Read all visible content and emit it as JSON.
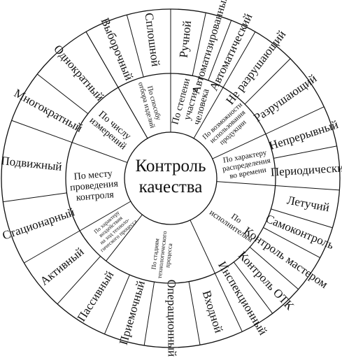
{
  "center": {
    "lines": [
      "Контроль",
      "качества"
    ]
  },
  "categories": [
    {
      "lines": [
        "По способу",
        "отбора изделий"
      ],
      "start": -30,
      "end": 0,
      "items": [
        {
          "label": "Выборочный",
          "start": -30,
          "end": -15
        },
        {
          "label": "Сплошной",
          "start": -15,
          "end": 0
        }
      ]
    },
    {
      "lines": [
        "По степени",
        "участия",
        "человека"
      ],
      "start": 0,
      "end": 30,
      "items": [
        {
          "label": "Ручной",
          "start": 0,
          "end": 12
        },
        {
          "label": "Автоматизированный",
          "start": 12,
          "end": 21
        },
        {
          "label": "Автоматический",
          "start": 21,
          "end": 30
        }
      ]
    },
    {
      "lines": [
        "По возможности",
        "использования",
        "продукции"
      ],
      "start": 30,
      "end": 65,
      "items": [
        {
          "label": "Не разрушающий",
          "start": 30,
          "end": 45
        },
        {
          "label": "Разрушающий",
          "start": 45,
          "end": 65
        }
      ]
    },
    {
      "lines": [
        "По характеру",
        "распределения",
        "во времени"
      ],
      "start": 65,
      "end": 94,
      "items": [
        {
          "label": "Непрерывный",
          "start": 65,
          "end": 79
        },
        {
          "label": "Периодический",
          "start": 79,
          "end": 94
        }
      ]
    },
    {
      "lines": [
        "По",
        "исполнителям"
      ],
      "start": 94,
      "end": 155,
      "items": [
        {
          "label": "Летучий",
          "start": 94,
          "end": 107
        },
        {
          "label": "Самоконтроль",
          "start": 107,
          "end": 118
        },
        {
          "label": "Контроль мастером",
          "start": 118,
          "end": 131
        },
        {
          "label": "Контроль ОТК",
          "start": 131,
          "end": 143
        },
        {
          "label": "Инспекционный",
          "start": 143,
          "end": 155
        }
      ]
    },
    {
      "lines": [
        "По стадиям",
        "технологического",
        "процесса"
      ],
      "start": 155,
      "end": 218,
      "items": [
        {
          "label": "Входной",
          "start": 155,
          "end": 170
        },
        {
          "label": "Операционный",
          "start": 170,
          "end": 189
        },
        {
          "label": "Приемочный",
          "start": 189,
          "end": 203
        }
      ]
    },
    {
      "lines": [
        "По характеру",
        "воздействия",
        "на ход техноло-",
        "гического процесса"
      ],
      "start": 218,
      "end": 240,
      "items": [
        {
          "label": "Пассивный",
          "start": 203,
          "end": 222
        },
        {
          "label": "Активный",
          "start": 222,
          "end": 240
        }
      ]
    },
    {
      "lines": [
        "По месту",
        "проведения",
        "контроля"
      ],
      "start": 240,
      "end": 290,
      "items": [
        {
          "label": "Стационарный",
          "start": 240,
          "end": 262
        },
        {
          "label": "Подвижный",
          "start": 262,
          "end": 290
        }
      ]
    },
    {
      "lines": [
        "По числу",
        "измерений"
      ],
      "start": 290,
      "end": 330,
      "items": [
        {
          "label": "Многократный",
          "start": 290,
          "end": 308
        },
        {
          "label": "Однократный",
          "start": 308,
          "end": 330
        }
      ]
    }
  ]
}
